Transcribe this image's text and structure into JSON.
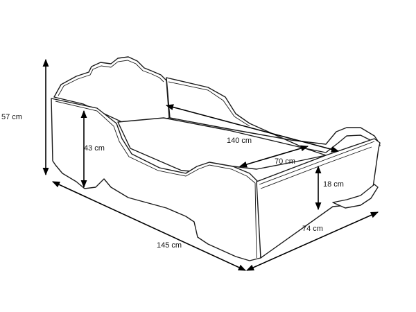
{
  "diagram": {
    "labels": {
      "height_total": "57 cm",
      "height_front": "43 cm",
      "length_inner": "140 cm",
      "width_inner": "70 cm",
      "side_height": "18 cm",
      "width_total": "74 cm",
      "length_total": "145 cm"
    },
    "colors": {
      "line": "#1a1a1a",
      "background": "#ffffff"
    }
  }
}
